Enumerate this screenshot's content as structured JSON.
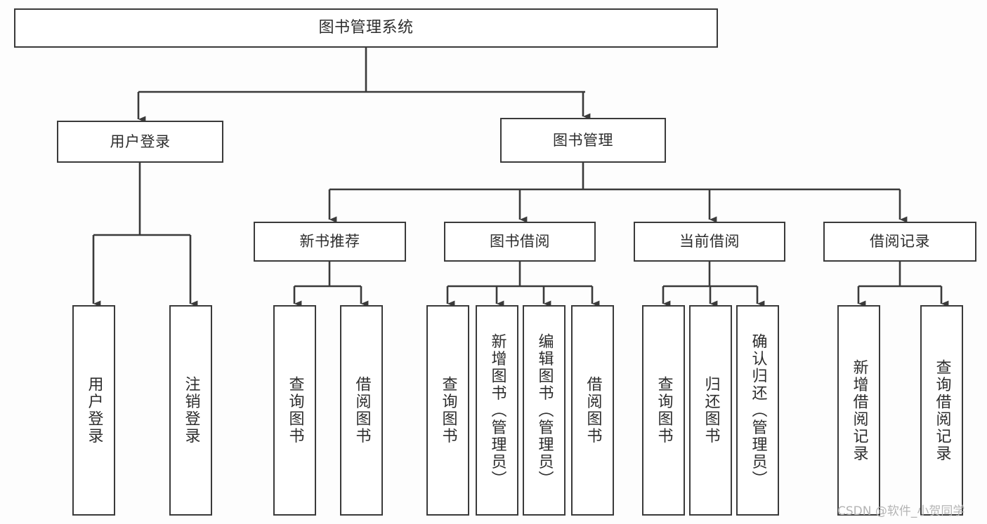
{
  "diagram": {
    "title": "图书管理系统",
    "type": "tree-hierarchy-diagram",
    "colors": {
      "stroke": "#3a3a3a",
      "text": "#2d2d2d",
      "background": "#fdfdfd",
      "watermark": "#b4b4b4"
    },
    "root": {
      "label": "图书管理系统"
    },
    "level2": [
      {
        "label": "用户登录"
      },
      {
        "label": "图书管理"
      }
    ],
    "level3": [
      {
        "label": "新书推荐"
      },
      {
        "label": "图书借阅"
      },
      {
        "label": "当前借阅"
      },
      {
        "label": "借阅记录"
      }
    ],
    "leaves": {
      "user_login": [
        {
          "label": "用户登录"
        },
        {
          "label": "注销登录"
        }
      ],
      "new_book_recommend": [
        {
          "label": "查询图书"
        },
        {
          "label": "借阅图书"
        }
      ],
      "book_borrow": [
        {
          "label": "查询图书"
        },
        {
          "label": "新增图书（管理员）"
        },
        {
          "label": "编辑图书（管理员）"
        },
        {
          "label": "借阅图书"
        }
      ],
      "current_borrow": [
        {
          "label": "查询图书"
        },
        {
          "label": "归还图书"
        },
        {
          "label": "确认归还（管理员）"
        }
      ],
      "borrow_record": [
        {
          "label": "新增借阅记录"
        },
        {
          "label": "查询借阅记录"
        }
      ]
    }
  },
  "watermark": {
    "text": "CSDN @软件_小贺同学"
  }
}
